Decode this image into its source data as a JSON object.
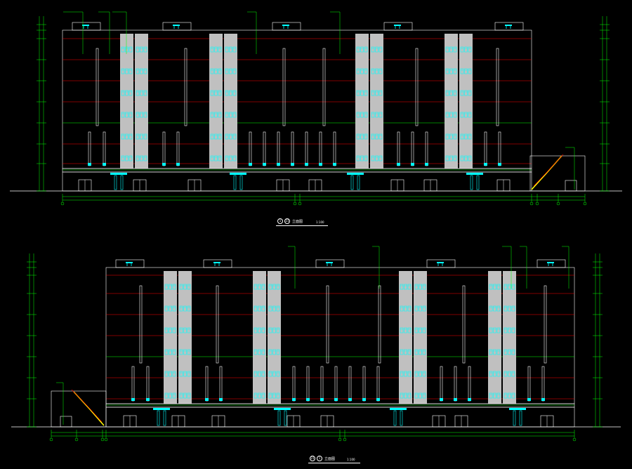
{
  "elevations": [
    {
      "name": "elevation-north",
      "title": "立面图",
      "scale": "1:100",
      "bubble_start": "1",
      "bubble_end": "21"
    },
    {
      "name": "elevation-south",
      "title": "立面图",
      "scale": "1:100",
      "bubble_start": "21",
      "bubble_end": "1"
    }
  ],
  "colors": {
    "background": "#000000",
    "outline": "#ffffff",
    "floor_line": "#ff0000",
    "dimension": "#00ff00",
    "window": "#00ffff",
    "stair_column": "#c0c0c0",
    "stair": "#ffff00"
  }
}
